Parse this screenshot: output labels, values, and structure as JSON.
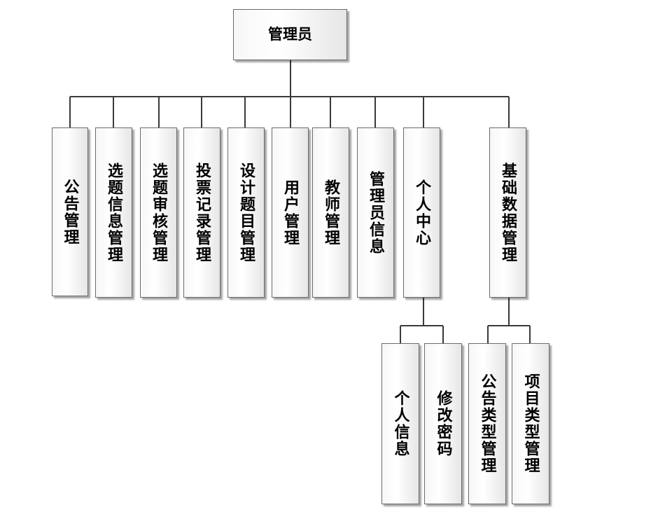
{
  "diagram": {
    "root": {
      "label": "管理员"
    },
    "level1": [
      {
        "label": "公告管理"
      },
      {
        "label": "选题信息管理"
      },
      {
        "label": "选题审核管理"
      },
      {
        "label": "投票记录管理"
      },
      {
        "label": "设计题目管理"
      },
      {
        "label": "用户管理"
      },
      {
        "label": "教师管理"
      },
      {
        "label": "管理员信息"
      },
      {
        "label": "个人中心"
      },
      {
        "label": "基础数据管理"
      }
    ],
    "personal_center_children": [
      {
        "label": "个人信息"
      },
      {
        "label": "修改密码"
      }
    ],
    "base_data_children": [
      {
        "label": "公告类型管理"
      },
      {
        "label": "项目类型管理"
      }
    ]
  }
}
